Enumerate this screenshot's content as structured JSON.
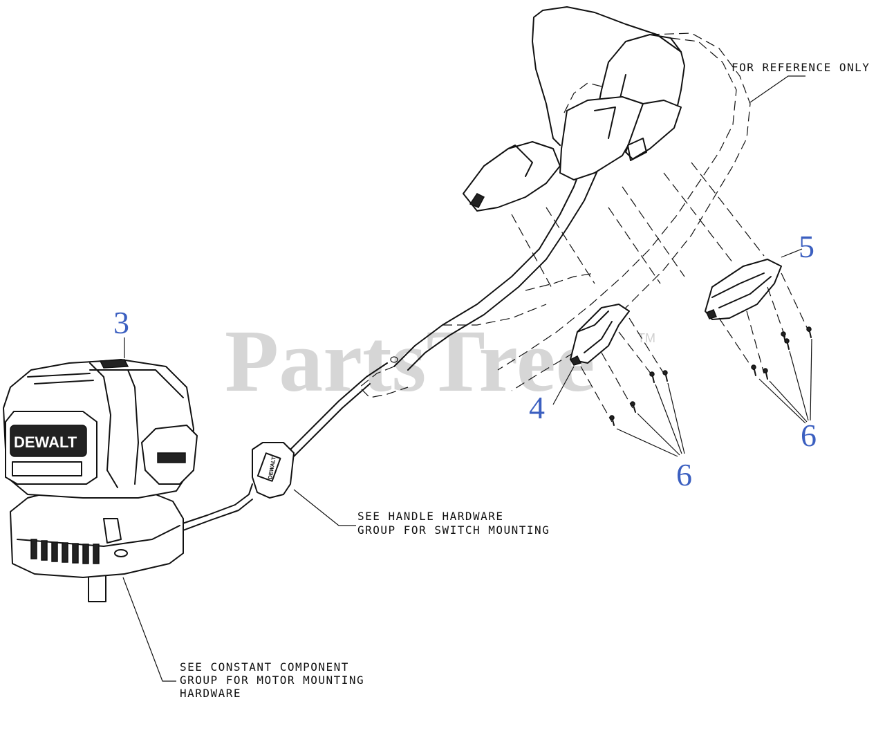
{
  "watermark": {
    "text": "PartsTree",
    "tm": "TM"
  },
  "callouts": [
    {
      "id": "3",
      "label": "3"
    },
    {
      "id": "4",
      "label": "4"
    },
    {
      "id": "5",
      "label": "5"
    },
    {
      "id": "6a",
      "label": "6"
    },
    {
      "id": "6b",
      "label": "6"
    }
  ],
  "notes": {
    "reference": "FOR REFERENCE ONLY",
    "handle_line1": "SEE HANDLE HARDWARE",
    "handle_line2": "GROUP FOR SWITCH MOUNTING",
    "motor_line1": "SEE CONSTANT COMPONENT",
    "motor_line2": "GROUP FOR MOTOR MOUNTING",
    "motor_line3": "HARDWARE"
  },
  "logos": {
    "motor": "DEWALT",
    "switch": "DEWALT"
  },
  "colors": {
    "callout": "#3b5fc0",
    "watermark": "#cfcfcf",
    "line": "#111111"
  }
}
